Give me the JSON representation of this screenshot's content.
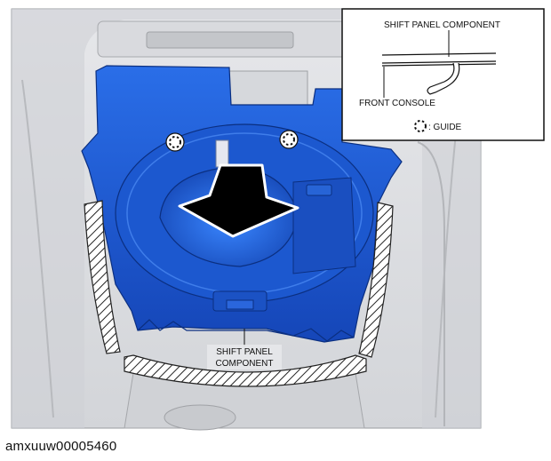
{
  "callout": {
    "label_shift_panel": "SHIFT PANEL",
    "label_component": "COMPONENT"
  },
  "inset": {
    "label_shift_panel_component": "SHIFT PANEL COMPONENT",
    "label_front_console": "FRONT CONSOLE",
    "label_guide": ": GUIDE"
  },
  "figure_id": "amxuuw00005460",
  "colors": {
    "panel_blue": "#1f5fd6",
    "panel_blue_dark": "#0d3a9a",
    "console_gray": "#dcdde0",
    "arrow_fill": "#000000"
  }
}
